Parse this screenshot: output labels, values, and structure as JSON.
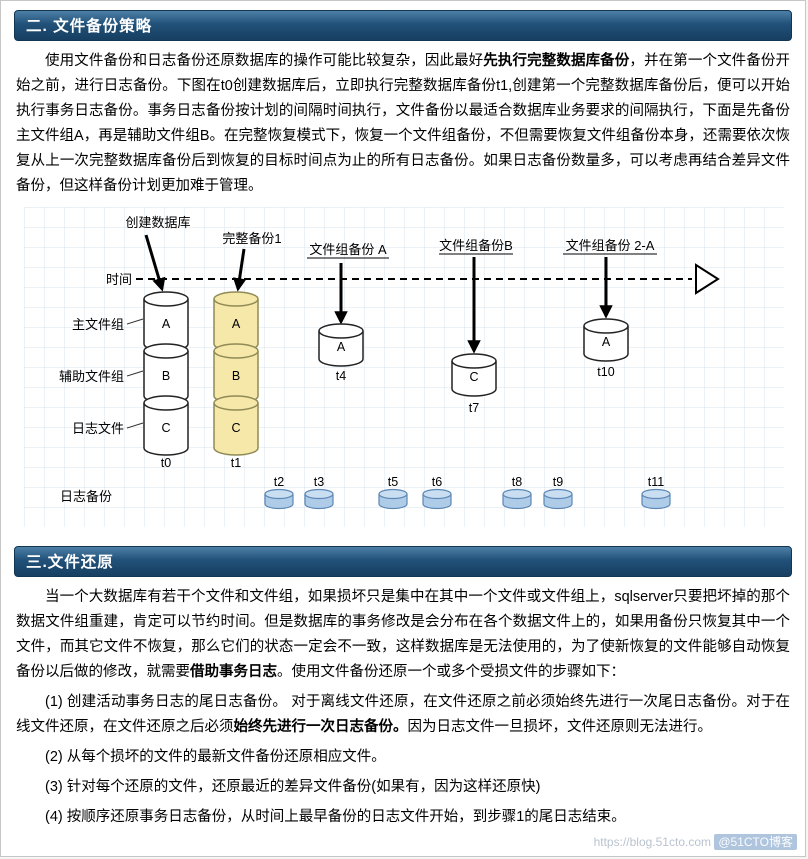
{
  "section2": {
    "title": "二. 文件备份策略",
    "para": [
      "使用文件备份和日志备份还原数据库的操作可能比较复杂，因此最好",
      "先执行完整数据库备份",
      "，并在第一个文件备份开始之前，进行日志备份。下图在t0创建数据库后，立即执行完整数据库备份t1,创建第一个完整数据库备份后，便可以开始执行事务日志备份。事务日志备份按计划的间隔时间执行，文件备份以最适合数据库业务要求的间隔执行，下面是先备份主文件组A，再是辅助文件组B。在完整恢复模式下，恢复一个文件组备份，不但需要恢复文件组备份本身，还需要依次恢复从上一次完整数据库备份后到恢复的目标时间点为止的所有日志备份。如果日志备份数量多，可以考虑再结合差异文件备份，但这样备份计划更加难于管理。"
    ]
  },
  "diagram": {
    "create_db_label": "创建数据库",
    "full_backup_label": "完整备份1",
    "fg_a_label": "文件组备份 A",
    "fg_b_label": "文件组备份B",
    "fg_2a_label": "文件组备份 2-A",
    "time_label": "时间",
    "primary_fg_label": "主文件组",
    "secondary_fg_label": "辅助文件组",
    "log_file_label": "日志文件",
    "log_backup_label": "日志备份",
    "t0": {
      "time": "t0",
      "cylinders": [
        "A",
        "B",
        "C"
      ]
    },
    "t1": {
      "time": "t1",
      "cylinders": [
        "A",
        "B",
        "C"
      ]
    },
    "t4": {
      "time": "t4",
      "cylinder": "A"
    },
    "t7": {
      "time": "t7",
      "cylinder": "C"
    },
    "t10": {
      "time": "t10",
      "cylinder": "A"
    },
    "log_times": [
      "t2",
      "t3",
      "t5",
      "t6",
      "t8",
      "t9",
      "t11"
    ]
  },
  "section3": {
    "title": "三.文件还原",
    "para": [
      "当一个大数据库有若干个文件和文件组，如果损坏只是集中在其中一个文件或文件组上，sqlserver只要把坏掉的那个数据文件组重建，肯定可以节约时间。但是数据库的事务修改是会分布在各个数据文件上的，如果用备份只恢复其中一个文件，而其它文件不恢复，那么它们的状态一定会不一致，这样数据库是无法使用的，为了使新恢复的文件能够自动恢复备份以后做的修改，就需要",
      "借助事务日志",
      "。使用文件备份还原一个或多个受损文件的步骤如下："
    ],
    "step1": [
      "(1) 创建活动事务日志的尾日志备份。 对于离线文件还原，在文件还原之前必须始终先进行一次尾日志备份。对于在线文件还原，在文件还原之后必须",
      "始终先进行一次日志备份。",
      "因为日志文件一旦损坏，文件还原则无法进行。"
    ],
    "step2": "(2) 从每个损坏的文件的最新文件备份还原相应文件。",
    "step3": "(3) 针对每个还原的文件，还原最近的差异文件备份(如果有，因为这样还原快)",
    "step4": "(4) 按顺序还原事务日志备份，从时间上最早备份的日志文件开始，到步骤1的尾日志结束。"
  },
  "watermark": {
    "url": "https://blog.51cto.com",
    "handle": "@51CTO博客"
  }
}
